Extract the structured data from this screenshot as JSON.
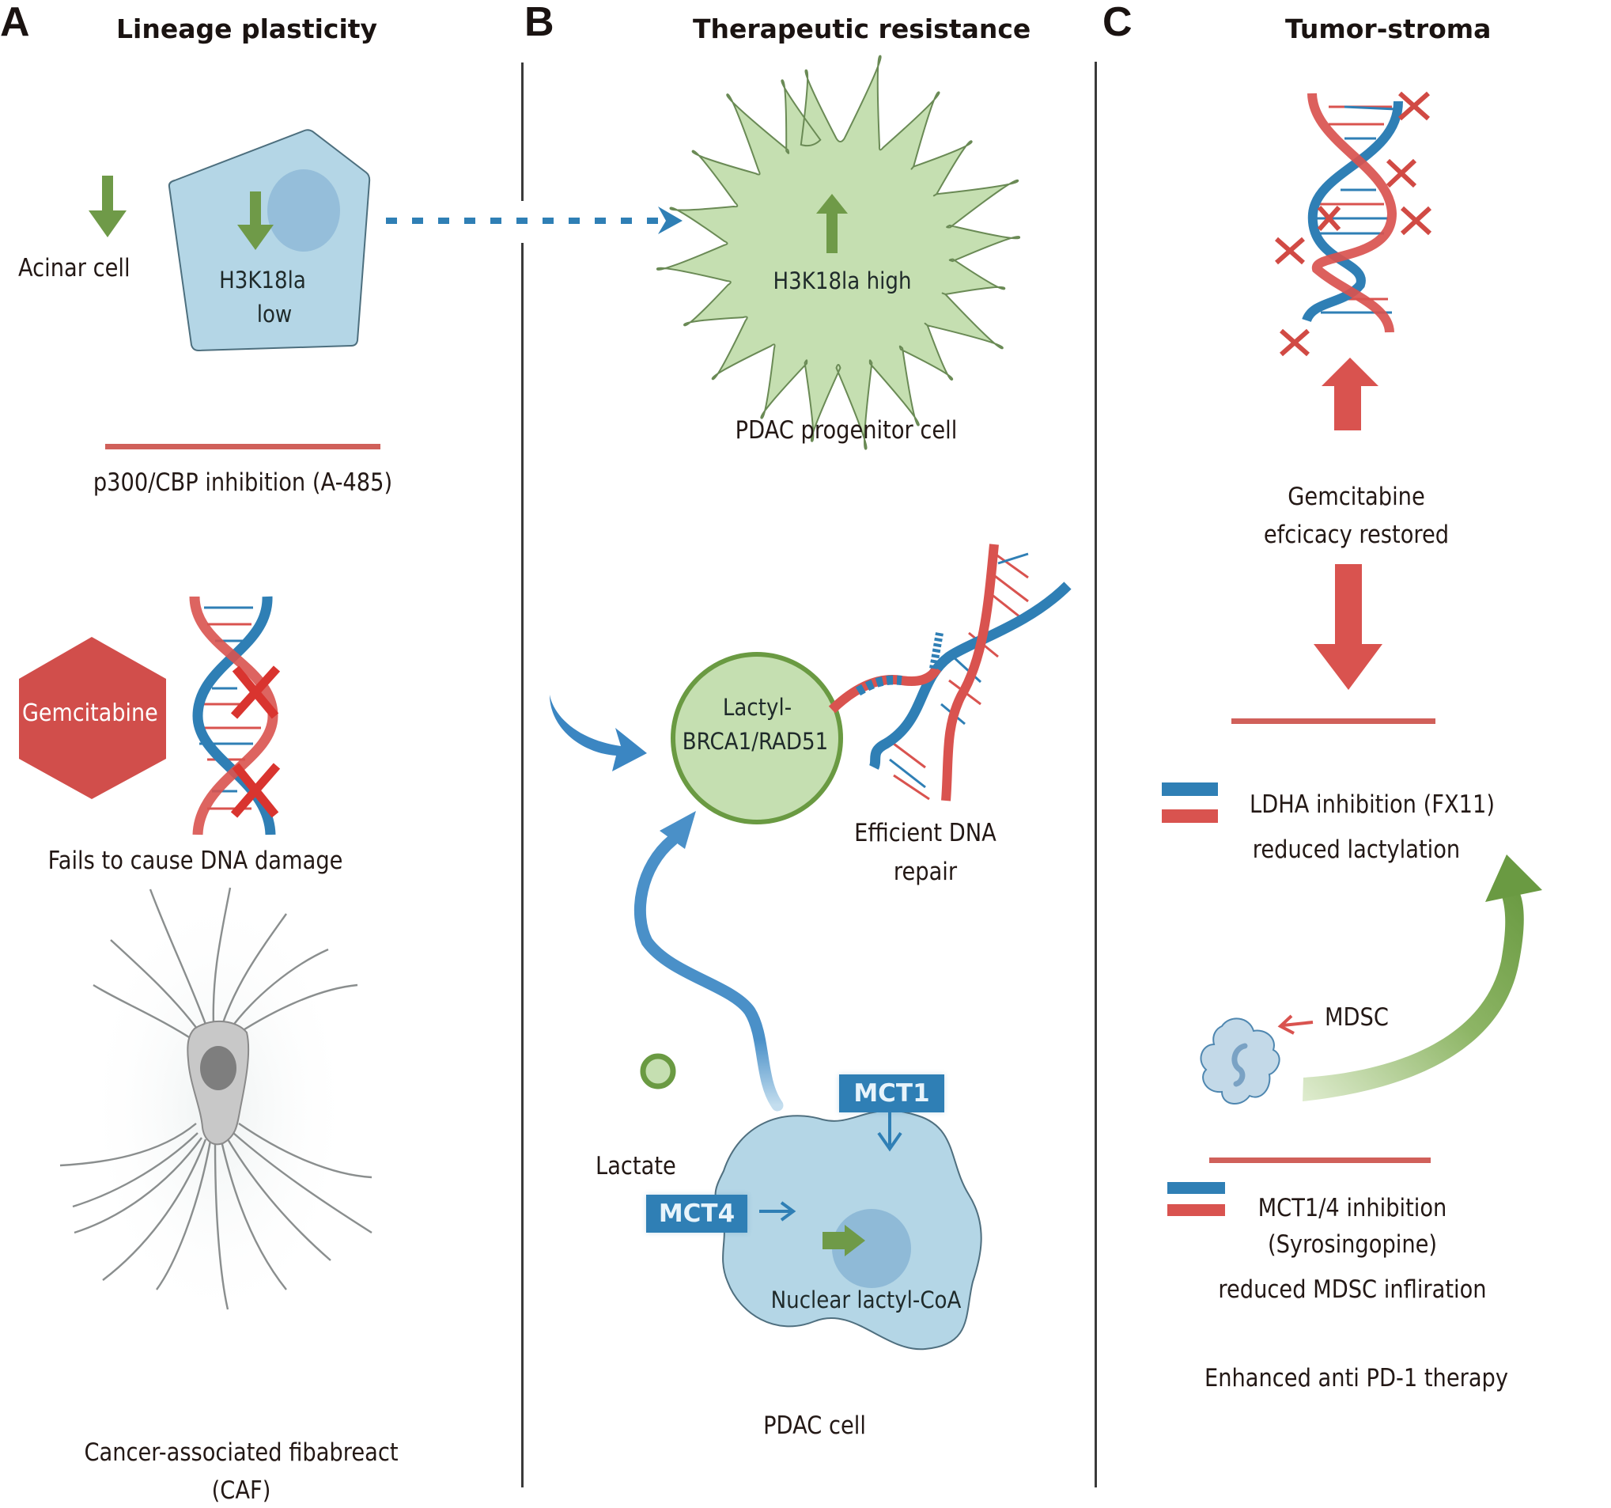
{
  "figure": {
    "panels": [
      {
        "letter": "A",
        "title": "Lineage plasticity"
      },
      {
        "letter": "B",
        "title": "Therapeutic resistance"
      },
      {
        "letter": "C",
        "title": "Tumor-stroma"
      }
    ]
  },
  "panel_a": {
    "acinar_label": "Acinar cell",
    "acinar_cell_text_line1": "H3K18la",
    "acinar_cell_text_line2": "low",
    "inhibition_label": "p300/CBP inhibition (A-485)",
    "drug_label": "Gemcitabine",
    "dna_damage_label": "Fails to cause DNA damage",
    "caf_label_line1": "Cancer-associated fibabreact",
    "caf_label_line2": "(CAF)"
  },
  "panel_b": {
    "progenitor_cell_text": "H3K18la high",
    "progenitor_label": "PDAC progenitor cell",
    "brca_text_line1": "Lactyl-",
    "brca_text_line2": "BRCA1/RAD51",
    "dna_repair_line1": "Efficient DNA",
    "dna_repair_line2": "repair",
    "lactate_label": "Lactate",
    "mct1_label": "MCT1",
    "mct4_label": "MCT4",
    "nuclear_label": "Nuclear lactyl-CoA",
    "pdac_cell_label": "PDAC cell"
  },
  "panel_c": {
    "gem_restored_line1": "Gemcitabine",
    "gem_restored_line2": "efcicacy restored",
    "ldha_label_line1": "LDHA inhibition (FX11)",
    "ldha_label_line2": "reduced lactylation",
    "mdsc_label": "MDSC",
    "mct_inhib_line1": "MCT1/4 inhibition",
    "mct_inhib_line2": "(Syrosingopine)",
    "mct_inhib_line3": "reduced MDSC infliration",
    "pd1_label": "Enhanced anti PD-1 therapy"
  },
  "colors": {
    "green_arrow": "#6f9a48",
    "blue": "#2f7fb5",
    "red": "#d9534f",
    "cell_blue": "#b4d6e6",
    "cell_green": "#c5dfb1",
    "caf_gray": "#c8c8c8"
  }
}
